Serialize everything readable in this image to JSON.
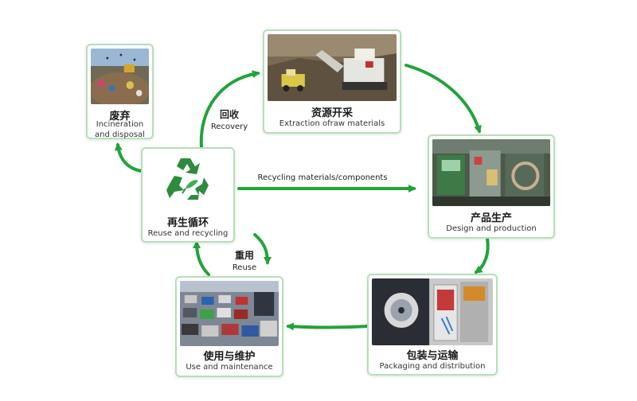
{
  "nodes": {
    "incineration": {
      "cn": "废弃",
      "en_line1": "Incineration",
      "en_line2": "and disposal",
      "photo": "landfill-photo"
    },
    "extraction": {
      "cn": "资源开采",
      "en": "Extraction ofraw materials",
      "photo": "mining-photo"
    },
    "production": {
      "cn": "产品生产",
      "en": "Design and production",
      "photo": "factory-photo"
    },
    "packaging": {
      "cn": "包装与运输",
      "en": "Packaging and distribution",
      "photo": "packaging-photo"
    },
    "use": {
      "cn": "使用与维护",
      "en": "Use and maintenance",
      "photo": "traffic-photo"
    },
    "reuse_center": {
      "cn": "再生循环",
      "en": "Reuse and recycling",
      "icon": "recycle-icon"
    }
  },
  "edges": {
    "recovery": {
      "cn": "回收",
      "en": "Recovery"
    },
    "recycling_materials": {
      "en": "Recycling materials/components"
    },
    "reuse": {
      "cn": "重用",
      "en": "Reuse"
    }
  },
  "colors": {
    "arrow": "#22a33a",
    "card_border": "#b7dfb8",
    "recycle_green": "#2e8b3e"
  }
}
